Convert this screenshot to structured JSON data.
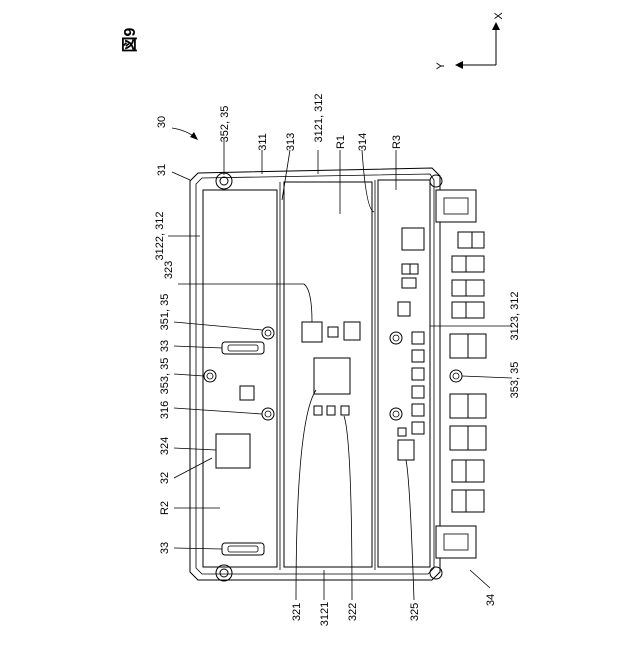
{
  "figure": {
    "label": "図9"
  },
  "axes": {
    "x": "X",
    "y": "Y"
  },
  "labels": {
    "l30": "30",
    "l31": "31",
    "l352_35": "352, 35",
    "l311": "311",
    "l313": "313",
    "l3121_312": "3121, 312",
    "lR1": "R1",
    "l314": "314",
    "lR3": "R3",
    "l3122_312": "3122, 312",
    "l323": "323",
    "l351_35": "351, 35",
    "l33a": "33",
    "l353_35_left": "353, 35",
    "l316": "316",
    "l324": "324",
    "l32": "32",
    "lR2": "R2",
    "l33b": "33",
    "l3123_312": "3123, 312",
    "l353_35_right": "353, 35",
    "l34": "34",
    "l321": "321",
    "l3121": "3121",
    "l322": "322",
    "l325": "325"
  }
}
